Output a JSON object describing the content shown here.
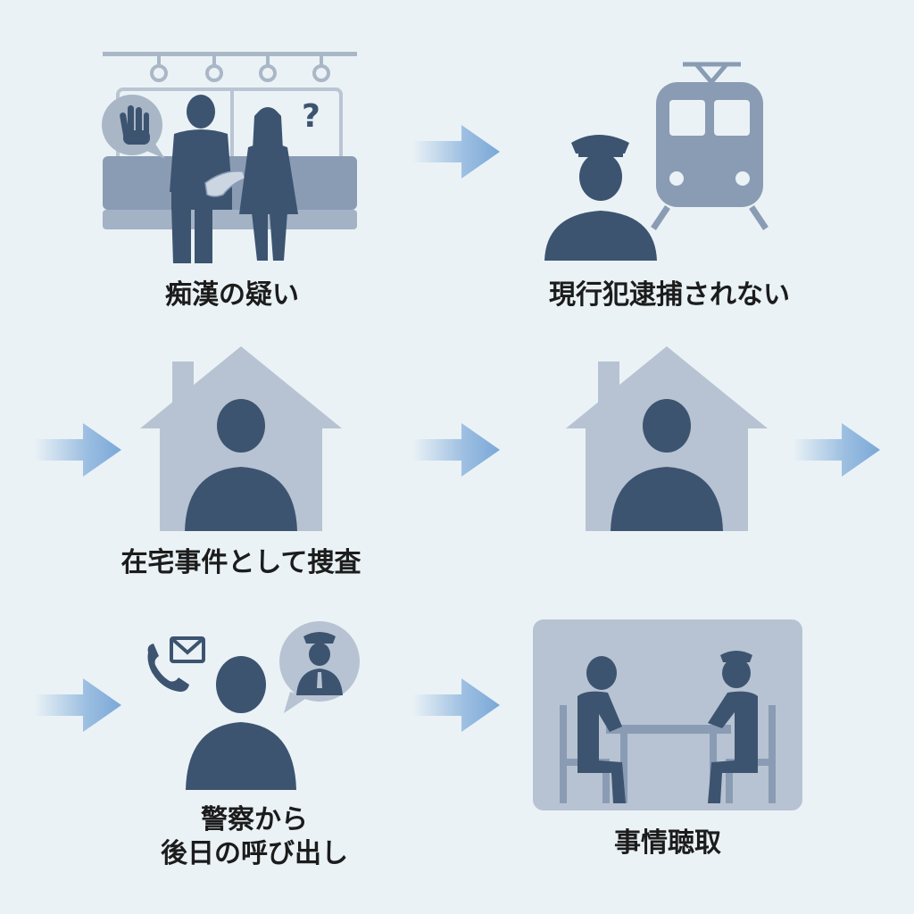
{
  "steps": [
    {
      "label": "痴漢の疑い"
    },
    {
      "label": "現行犯逮捕されない"
    },
    {
      "label": "在宅事件として捜査"
    },
    {
      "label_line1": "警察から",
      "label_line2": "後日の呼び出し"
    },
    {
      "label": "事情聴取"
    }
  ],
  "icons": {
    "hand": "raised-hand-icon",
    "question": "?"
  },
  "colors": {
    "background": "#eaf2f6",
    "dark": "#3d5470",
    "mid": "#8a9cb4",
    "light": "#b7c3d2",
    "arrow": "#7aa8d8",
    "text": "#1c1c1c"
  }
}
